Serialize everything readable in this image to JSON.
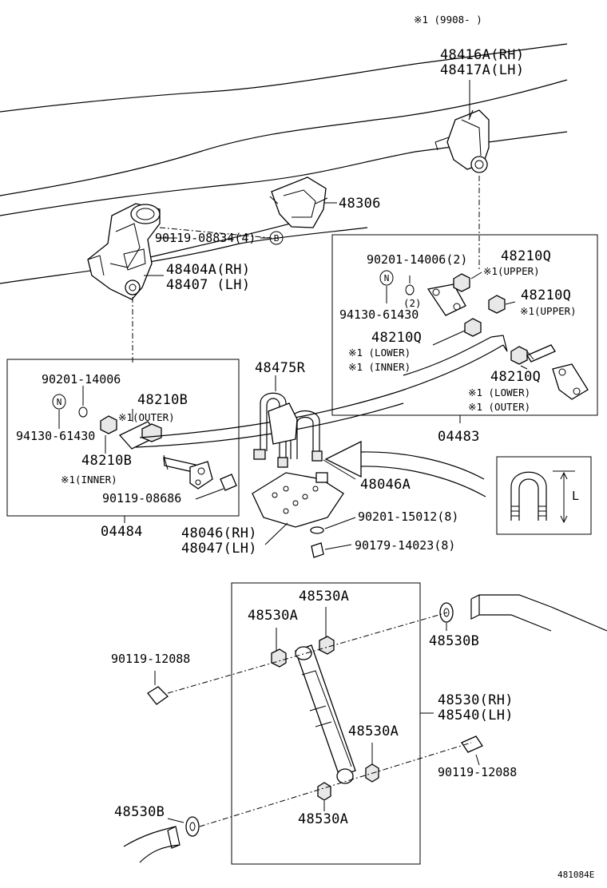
{
  "note_top": "※1 (9908-     )",
  "labels": {
    "p48416A": "48416A(RH)",
    "p48417A": "48417A(LH)",
    "p48306": "48306",
    "p90119_08834": "90119-08834(4)",
    "p48404A": "48404A(RH)",
    "p48407": "48407  (LH)",
    "p90201_14006_2": "90201-14006(2)",
    "p48210Q_a": "48210Q",
    "upper_a": "※1(UPPER)",
    "p48210Q_b": "48210Q",
    "upper_b": "※1(UPPER)",
    "count2": "(2)",
    "p94130_61430_r": "94130-61430",
    "p48210Q_c": "48210Q",
    "lower_c": "※1 (LOWER)",
    "inner_c": "※1 (INNER)",
    "p48210Q_d": "48210Q",
    "lower_d": "※1 (LOWER)",
    "outer_d": "※1 (OUTER)",
    "p04483": "04483",
    "p90201_14006": "90201-14006",
    "p48475R": "48475R",
    "p48210B_a": "48210B",
    "outer_a": "※1(OUTER)",
    "p94130_61430_l": "94130-61430",
    "p48210B_b": "48210B",
    "inner_b": "※1(INNER)",
    "p90119_08686": "90119-08686",
    "p04484": "04484",
    "p48046A": "48046A",
    "p48046": "48046(RH)",
    "p48047": "48047(LH)",
    "p90201_15012": "90201-15012(8)",
    "p90179_14023": "90179-14023(8)",
    "L": "L",
    "p48530A_1": "48530A",
    "p48530A_2": "48530A",
    "p48530B_1": "48530B",
    "p90119_12088_1": "90119-12088",
    "p48530": "48530(RH)",
    "p48540": "48540(LH)",
    "p48530A_3": "48530A",
    "p90119_12088_2": "90119-12088",
    "p48530B_2": "48530B",
    "p48530A_4": "48530A",
    "N": "N",
    "B": "B"
  },
  "figure_code": "481084E"
}
